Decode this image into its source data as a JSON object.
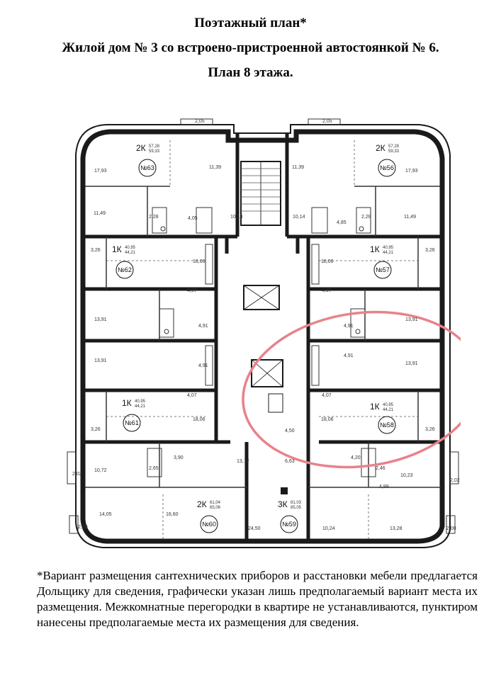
{
  "header": {
    "title": "Поэтажный план*",
    "subtitle": "Жилой дом № 3 со встроено-пристроенной автостоянкой № 6.",
    "floor": "План 8 этажа."
  },
  "apartments": [
    {
      "id": "apt63",
      "type": "2К",
      "area_living": "57,28",
      "area_total": "59,33",
      "number": "№63"
    },
    {
      "id": "apt56",
      "type": "2К",
      "area_living": "57,28",
      "area_total": "59,33",
      "number": "№56"
    },
    {
      "id": "apt62",
      "type": "1К",
      "area_living": "40,95",
      "area_total": "44,21",
      "number": "№62"
    },
    {
      "id": "apt57",
      "type": "1К",
      "area_living": "40,95",
      "area_total": "44,21",
      "number": "№57"
    },
    {
      "id": "apt61",
      "type": "1К",
      "area_living": "40,95",
      "area_total": "44,21",
      "number": "№61"
    },
    {
      "id": "apt58",
      "type": "1К",
      "area_living": "40,95",
      "area_total": "44,21",
      "number": "№58"
    },
    {
      "id": "apt60",
      "type": "2К",
      "area_living": "61,04",
      "area_total": "65,06",
      "number": "№60"
    },
    {
      "id": "apt59",
      "type": "3К",
      "area_living": "81,03",
      "area_total": "85,05",
      "number": "№59"
    }
  ],
  "room_labels": [
    "2,05",
    "2,05",
    "17,93",
    "11,39",
    "11,39",
    "17,93",
    "11,49",
    "2,28",
    "4,05",
    "10,14",
    "10,14",
    "4,85",
    "2,28",
    "11,49",
    "3,26",
    "18,06",
    "18,06",
    "3,26",
    "4,07",
    "4,07",
    "13,91",
    "4,91",
    "4,91",
    "13,91",
    "13,91",
    "4,91",
    "4,91",
    "13,91",
    "4,07",
    "4,07",
    "3,26",
    "18,06",
    "18,06",
    "3,26",
    "4,50",
    "6,63",
    "10,72",
    "2,65",
    "3,90",
    "13,12",
    "4,20",
    "2,46",
    "10,23",
    "2,02",
    "2,02",
    "4,99",
    "14,05",
    "16,60",
    "24,50",
    "10,24",
    "13,28",
    "2,00",
    "2,00"
  ],
  "footnote": "*Вариант размещения сантехнических приборов и расстановки мебели предлагается Дольщику для сведения, графически указан лишь предполагаемый вариант места их размещения. Межкомнатные перегородки в квартире не устанавливаются, пунктиром нанесены предполагаемые места их размещения для сведения.",
  "colors": {
    "highlight": "#e8828a",
    "wall": "#1a1a1a"
  }
}
